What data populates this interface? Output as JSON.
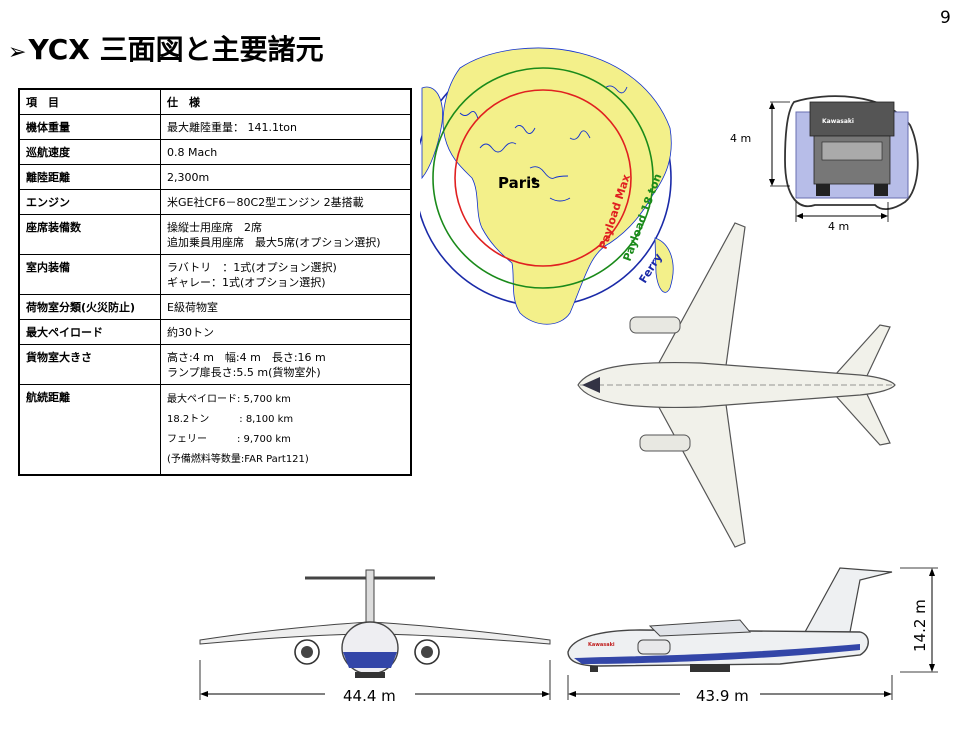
{
  "page_number": "9",
  "title": {
    "arrow": "➢",
    "text": "YCX  三面図と主要諸元"
  },
  "spec_table": {
    "header": {
      "item": "項　目",
      "spec": "仕　様"
    },
    "rows": [
      {
        "key": "機体重量",
        "values": [
          "最大離陸重量： 141.1ton"
        ]
      },
      {
        "key": "巡航速度",
        "values": [
          "0.8 Mach"
        ]
      },
      {
        "key": "離陸距離",
        "values": [
          "2,300m"
        ]
      },
      {
        "key": "エンジン",
        "values": [
          "米GE社CF6－80C2型エンジン 2基搭載"
        ]
      },
      {
        "key": "座席装備数",
        "values": [
          "操縦士用座席　2席",
          "追加乗員用座席　最大5席(オプション選択)"
        ]
      },
      {
        "key": "室内装備",
        "values": [
          "ラバトリ　：1式(オプション選択)",
          "ギャレー：1式(オプション選択)"
        ]
      },
      {
        "key": "荷物室分類(火災防止)",
        "values": [
          "E級荷物室"
        ]
      },
      {
        "key": "最大ペイロード",
        "values": [
          "約30トン"
        ]
      },
      {
        "key": "貨物室大きさ",
        "values": [
          "高さ:4 m　幅:4 m　長さ:16 m",
          "ランプ扉長さ:5.5 m(貨物室外)"
        ]
      },
      {
        "key": "航続距離",
        "values": [
          "最大ペイロード: 5,700 km",
          "18.2トン　　　: 8,100 km",
          "フェリー　　　: 9,700 km",
          "(予備燃料等数量:FAR Part121)"
        ]
      }
    ]
  },
  "range_map": {
    "city": "Paris",
    "ring_labels": [
      "Payload Max",
      "Payload 18 ton",
      "Ferry"
    ],
    "colors": {
      "payload_max": "#e02020",
      "payload_18": "#1a8a1a",
      "ferry": "#1a2aa8",
      "land": "#f3f08a",
      "water_lines": "#1030d0"
    }
  },
  "cargo_section": {
    "height_label": "4 m",
    "width_label": "4 m",
    "truck_brand": "Kawasaki"
  },
  "dimensions": {
    "span": "44.4 m",
    "length": "43.9 m",
    "height": "14.2 m"
  },
  "side_view": {
    "brand": "Kawasaki"
  }
}
